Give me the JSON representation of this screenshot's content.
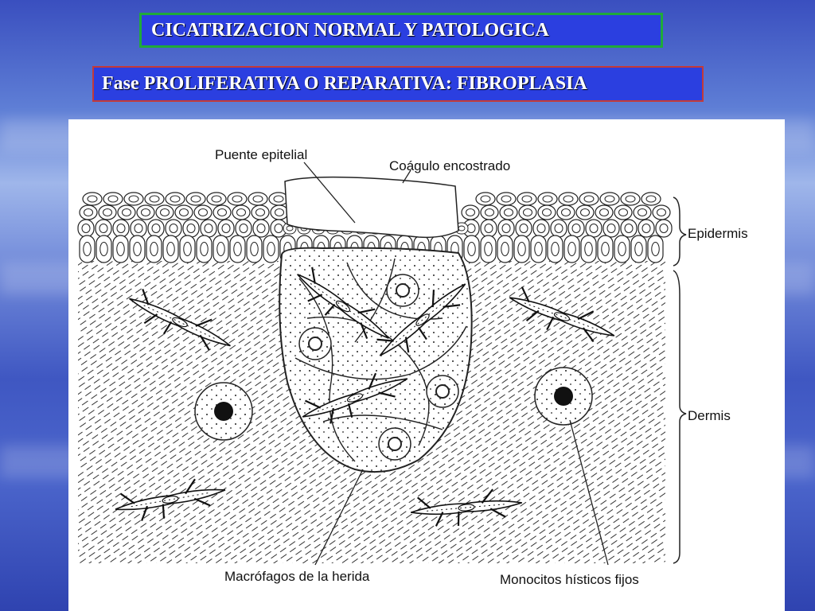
{
  "title": "CICATRIZACION NORMAL Y PATOLOGICA",
  "subtitle": "Fase PROLIFERATIVA O REPARATIVA: FIBROPLASIA",
  "figure": {
    "labels": {
      "puente_epitelial": "Puente epitelial",
      "coagulo": "Coágulo encostrado",
      "epidermis": "Epidermis",
      "dermis": "Dermis",
      "macrofagos": "Macrófagos de la herida",
      "monocitos": "Monocitos hísticos fijos"
    }
  },
  "colors": {
    "box_fill": "#2b3fe0",
    "title_border": "#1faa3a",
    "subtitle_border": "#c23a3a"
  }
}
